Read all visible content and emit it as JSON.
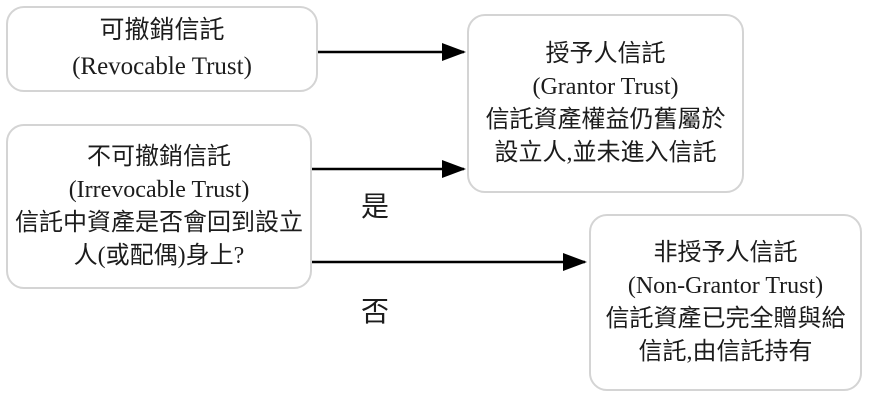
{
  "diagram": {
    "title_implicit": "Trust classification flowchart",
    "colors": {
      "border": "#d4d4d4",
      "text": "#1c1c1c",
      "arrow": "#000000",
      "background": "#ffffff"
    },
    "boxes": {
      "revocable": {
        "lines": [
          "可撤銷信託",
          "(Revocable Trust)"
        ]
      },
      "irrevocable": {
        "lines": [
          "不可撤銷信託",
          "(Irrevocable Trust)",
          "信託中資產是否會回到設立",
          "人(或配偶)身上?"
        ]
      },
      "grantor": {
        "lines": [
          "授予人信託",
          "(Grantor Trust)",
          "信託資產權益仍舊屬於",
          "設立人,並未進入信託"
        ]
      },
      "non_grantor": {
        "lines": [
          "非授予人信託",
          "(Non-Grantor Trust)",
          "信託資產已完全贈與給",
          "信託,由信託持有"
        ]
      }
    },
    "labels": {
      "yes": "是",
      "no": "否"
    },
    "edges": [
      {
        "from": "revocable",
        "to": "grantor",
        "label": ""
      },
      {
        "from": "irrevocable",
        "to": "grantor",
        "label": "是"
      },
      {
        "from": "irrevocable",
        "to": "non_grantor",
        "label": "否"
      }
    ]
  }
}
